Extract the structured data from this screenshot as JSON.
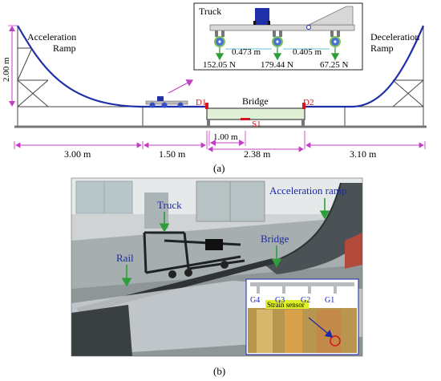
{
  "panel_a": {
    "caption": "(a)",
    "height_label": "2.00 m",
    "acceleration_ramp": [
      "Acceleration",
      "Ramp"
    ],
    "deceleration_ramp": [
      "Deceleration",
      "Ramp"
    ],
    "bridge": "Bridge",
    "d1": "D1",
    "d2": "D2",
    "s1": "S1",
    "inset": {
      "title": "Truck",
      "spacing_1": "0.473 m",
      "spacing_2": "0.405 m",
      "loads": [
        "152.05 N",
        "179.44 N",
        "67.25 N"
      ]
    },
    "dimension_1m": "1.00 m",
    "dimensions": [
      "3.00 m",
      "1.50 m",
      "2.38 m",
      "3.10 m"
    ]
  },
  "panel_b": {
    "caption": "(b)",
    "labels": {
      "truck": "Truck",
      "acceleration_ramp": "Acceleration ramp",
      "bridge": "Bridge",
      "rail": "Rail"
    },
    "inset": {
      "girders": [
        "G4",
        "G3",
        "G2",
        "G1"
      ],
      "strain_sensor": "Strain sensor"
    }
  },
  "colors": {
    "ramp": "#1f2fa8",
    "dimension": "#c23fc4",
    "arrow": "#2e9e3a",
    "marker": "#d4141e",
    "bridge_fill": "#dff0d6",
    "label_blue": "#1a2aa8"
  }
}
